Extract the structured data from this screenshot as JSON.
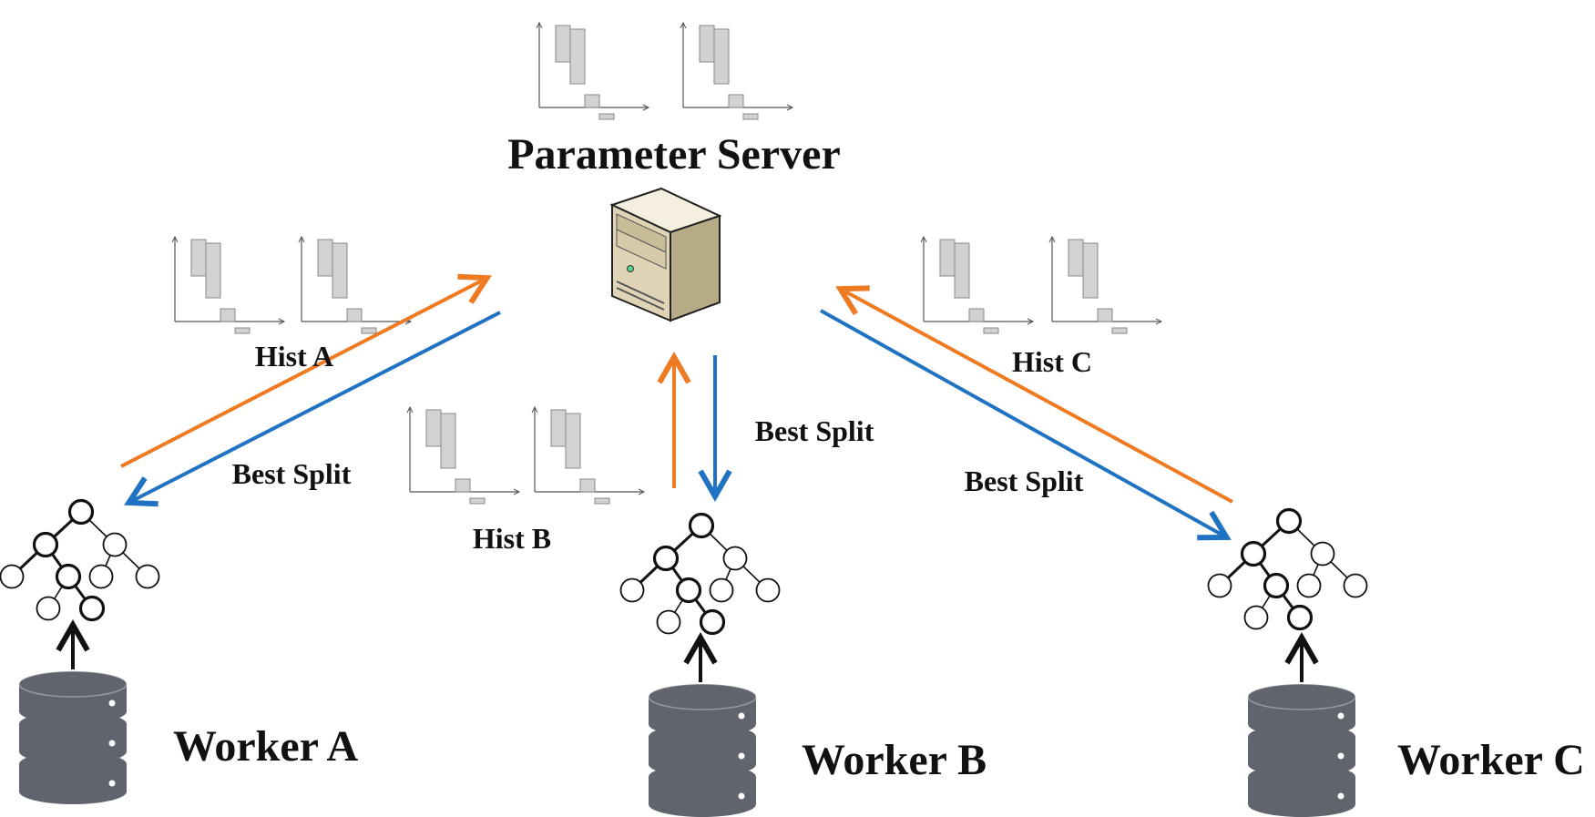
{
  "server": {
    "title": "Parameter Server",
    "icon": "server-tower-icon"
  },
  "workers": [
    {
      "id": "a",
      "label": "Worker A",
      "hist_label": "Hist A",
      "split_label": "Best Split"
    },
    {
      "id": "b",
      "label": "Worker B",
      "hist_label": "Hist B",
      "split_label": "Best Split"
    },
    {
      "id": "c",
      "label": "Worker C",
      "hist_label": "Hist C",
      "split_label": "Best Split"
    }
  ],
  "colors": {
    "upload_arrow": "#ee7b22",
    "download_arrow": "#1f73c2",
    "database": "#5f646d",
    "histogram_bar": "#d2d2d2",
    "text": "#111111"
  },
  "icons": {
    "database": "database-icon",
    "tree": "decision-tree-icon",
    "histogram": "histogram-icon"
  }
}
